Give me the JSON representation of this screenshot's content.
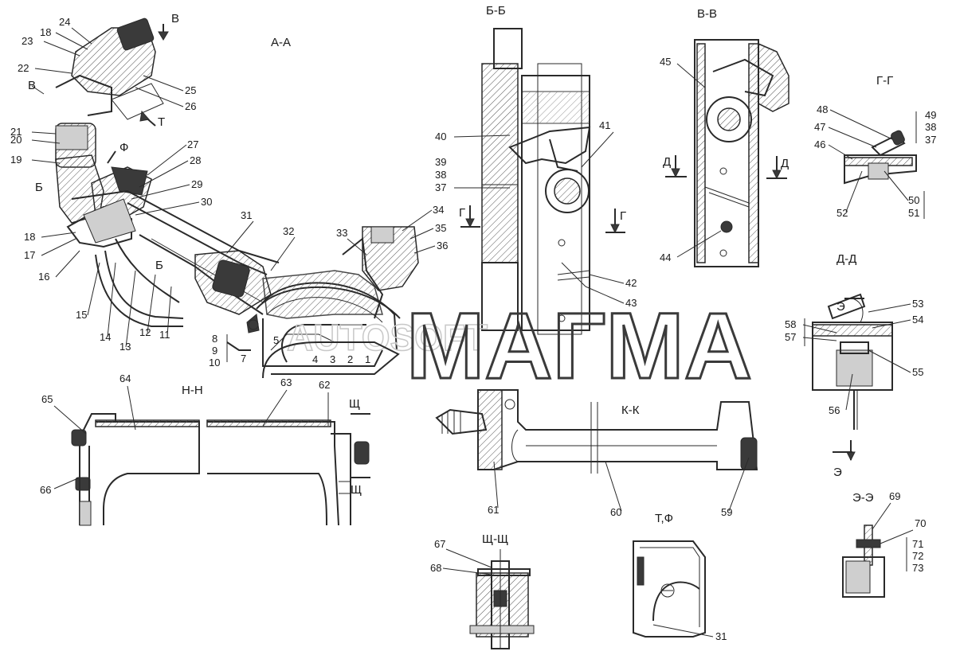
{
  "sections": {
    "aa": "А-А",
    "bb": "Б-Б",
    "vv": "В-В",
    "gg": "Г-Г",
    "dd": "Д-Д",
    "nn": "Н-Н",
    "kk": "К-К",
    "shsh": "Щ-Щ",
    "tf": "Т,Ф",
    "ee": "Э-Э"
  },
  "markers": {
    "v1": "В",
    "v2": "В",
    "t": "Т",
    "f": "Ф",
    "b1": "Б",
    "b2": "Б",
    "g1": "Г",
    "g2": "Г",
    "d1": "Д",
    "d2": "Д",
    "e1": "Э",
    "e2": "Э",
    "sh1": "Щ",
    "sh2": "Щ"
  },
  "watermark": "МАГМА",
  "watermark_sub": "AUTOSOFT",
  "parts": [
    "1",
    "2",
    "3",
    "4",
    "5",
    "7",
    "8",
    "9",
    "10",
    "11",
    "12",
    "13",
    "14",
    "15",
    "16",
    "17",
    "18",
    "18",
    "19",
    "20",
    "21",
    "22",
    "23",
    "24",
    "25",
    "26",
    "27",
    "28",
    "29",
    "30",
    "31",
    "31",
    "32",
    "33",
    "34",
    "35",
    "36",
    "37",
    "38",
    "39",
    "37",
    "38",
    "49",
    "40",
    "41",
    "42",
    "43",
    "44",
    "45",
    "46",
    "47",
    "48",
    "50",
    "51",
    "52",
    "53",
    "54",
    "55",
    "56",
    "57",
    "58",
    "59",
    "60",
    "61",
    "62",
    "63",
    "64",
    "65",
    "66",
    "67",
    "68",
    "69",
    "70",
    "71",
    "72",
    "73"
  ]
}
